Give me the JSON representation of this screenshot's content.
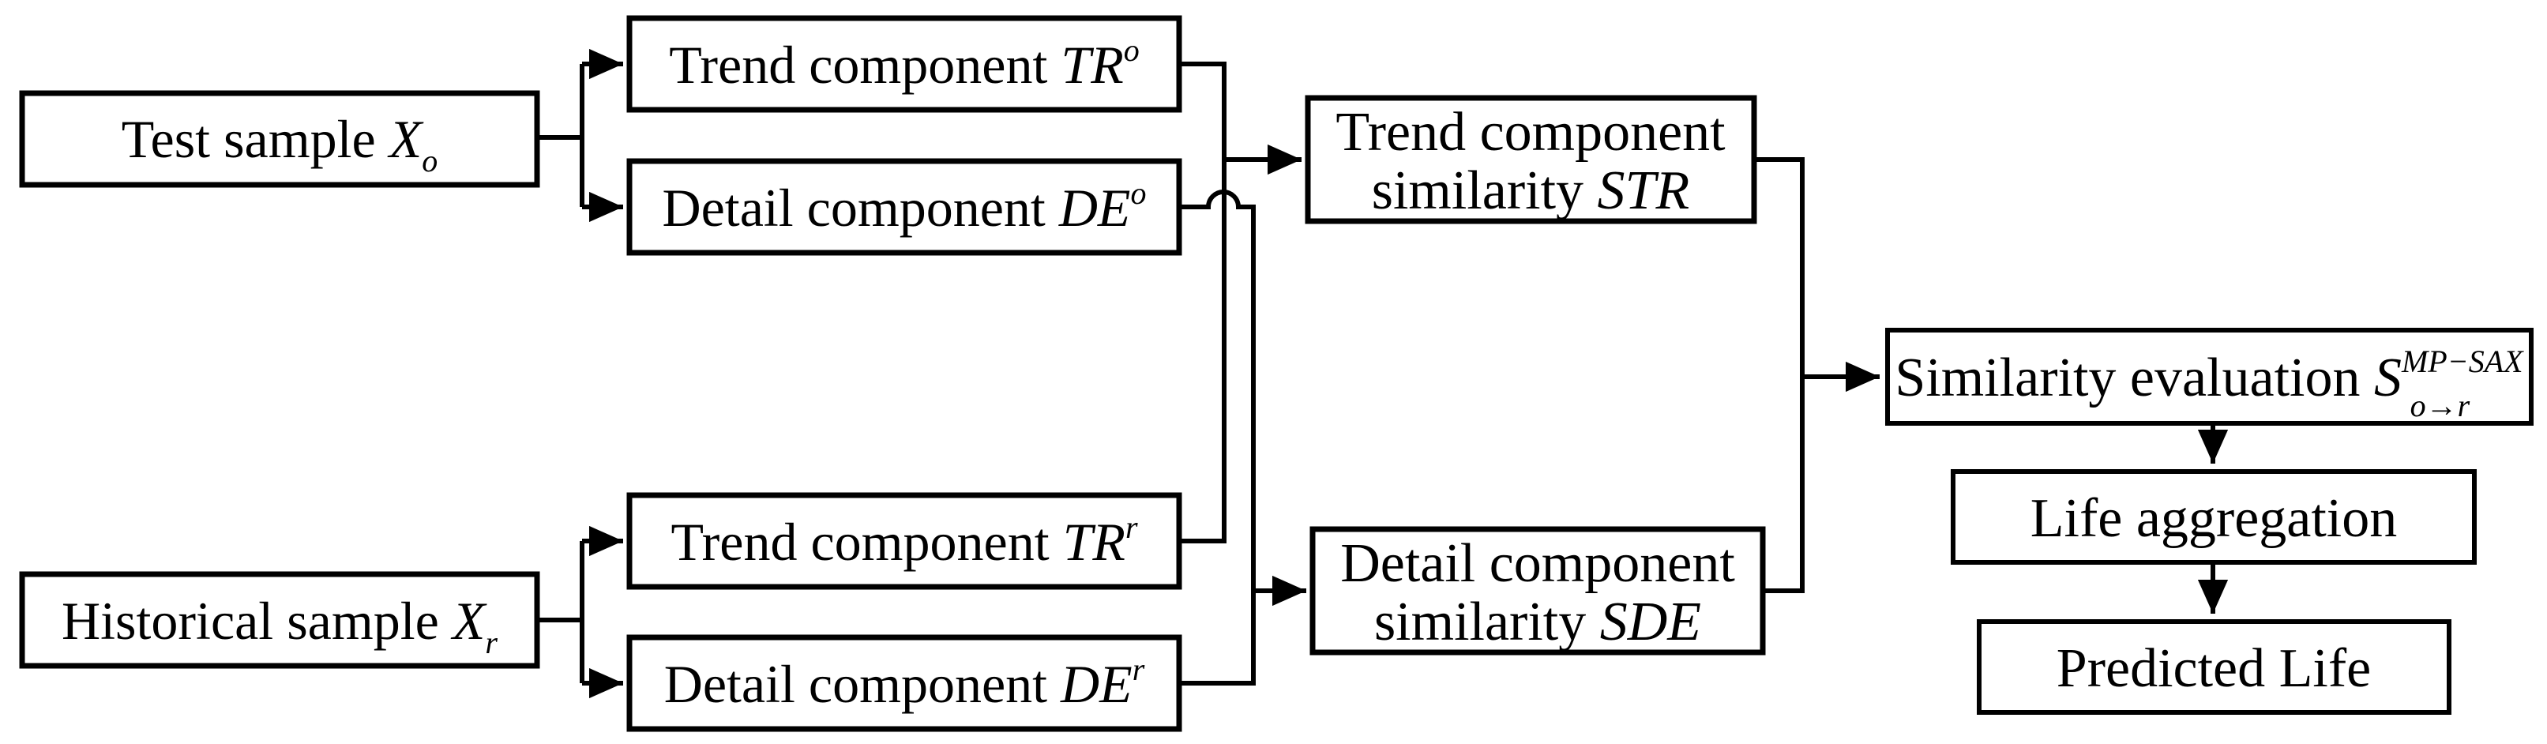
{
  "figure": {
    "type": "flow-diagram",
    "colors": {
      "line": "#000000",
      "box_fill": "#ffffff",
      "background": "#ffffff",
      "text": "#000000"
    },
    "boxes": {
      "test_sample": {
        "text": "Test sample ",
        "var": "X",
        "sub": "o"
      },
      "historical_sample": {
        "text": "Historical sample ",
        "var": "X",
        "sub": "r"
      },
      "trend_component_o": {
        "text": "Trend component ",
        "var": "TR",
        "sup": "o"
      },
      "detail_component_o": {
        "text": "Detail component ",
        "var": "DE",
        "sup": "o"
      },
      "trend_component_r": {
        "text": "Trend component ",
        "var": "TR",
        "sup": "r"
      },
      "detail_component_r": {
        "text": "Detail component ",
        "var": "DE",
        "sup": "r"
      },
      "trend_similarity": {
        "line1": "Trend component",
        "line2": "similarity ",
        "var": "STR"
      },
      "detail_similarity": {
        "line1": "Detail component",
        "line2": "similarity ",
        "var": "SDE"
      },
      "similarity_evaluation": {
        "text": "Similarity evaluation ",
        "var": "S",
        "sup": "MP−SAX",
        "sub": "o→r"
      },
      "life_aggregation": {
        "text": "Life aggregation"
      },
      "predicted_life": {
        "text": "Predicted Life"
      }
    }
  }
}
